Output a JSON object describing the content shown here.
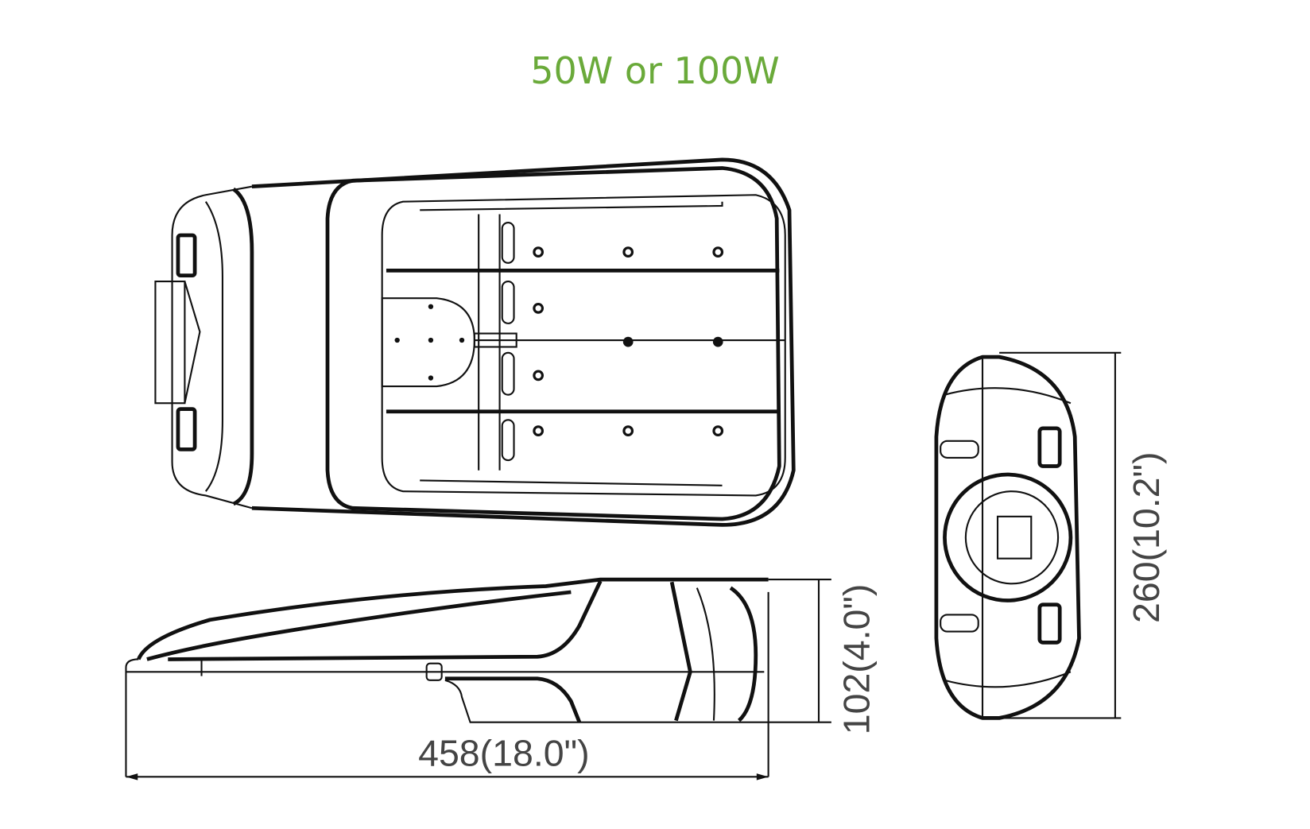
{
  "title": "50W or 100W",
  "dimensions": {
    "length": "458(18.0\")",
    "height": "102(4.0\")",
    "width": "260(10.2\")"
  },
  "colors": {
    "title": "#6aaa3a",
    "lines": "#111111"
  }
}
